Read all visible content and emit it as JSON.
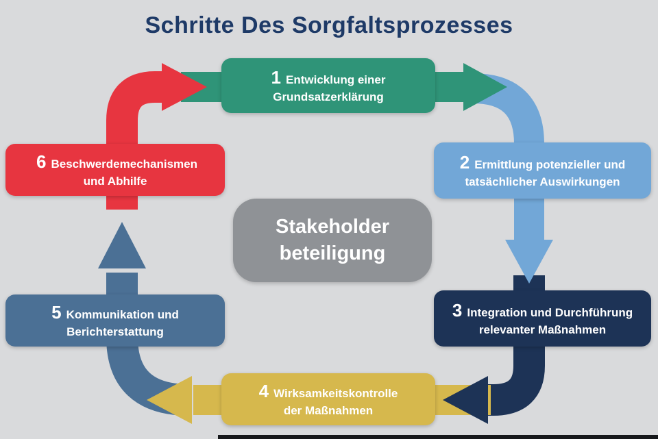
{
  "title": "Schritte Des Sorgfaltsprozesses",
  "center": {
    "label": "Stakeholder beteiligung"
  },
  "steps": [
    {
      "number": "1",
      "label": "Entwicklung einer Grundsatzerklärung",
      "color": "#2f9478"
    },
    {
      "number": "2",
      "label": "Ermittlung potenzieller und tatsächlicher Auswirkungen",
      "color": "#72a7d7"
    },
    {
      "number": "3",
      "label": "Integration und Durchführung relevanter Maßnahmen",
      "color": "#1d3356"
    },
    {
      "number": "4",
      "label": "Wirksamkeitskontrolle der Maßnahmen",
      "color": "#d6b84d"
    },
    {
      "number": "5",
      "label": "Kommunikation und Berichterstattung",
      "color": "#4b7095"
    },
    {
      "number": "6",
      "label": "Beschwerdemechanismen und Abhilfe",
      "color": "#e73540"
    }
  ],
  "colors": {
    "background": "#d9dadc",
    "title_text": "#1e3a67",
    "center_box": "#8f9296",
    "box_text": "#ffffff",
    "footer_bar": "#16181b"
  }
}
